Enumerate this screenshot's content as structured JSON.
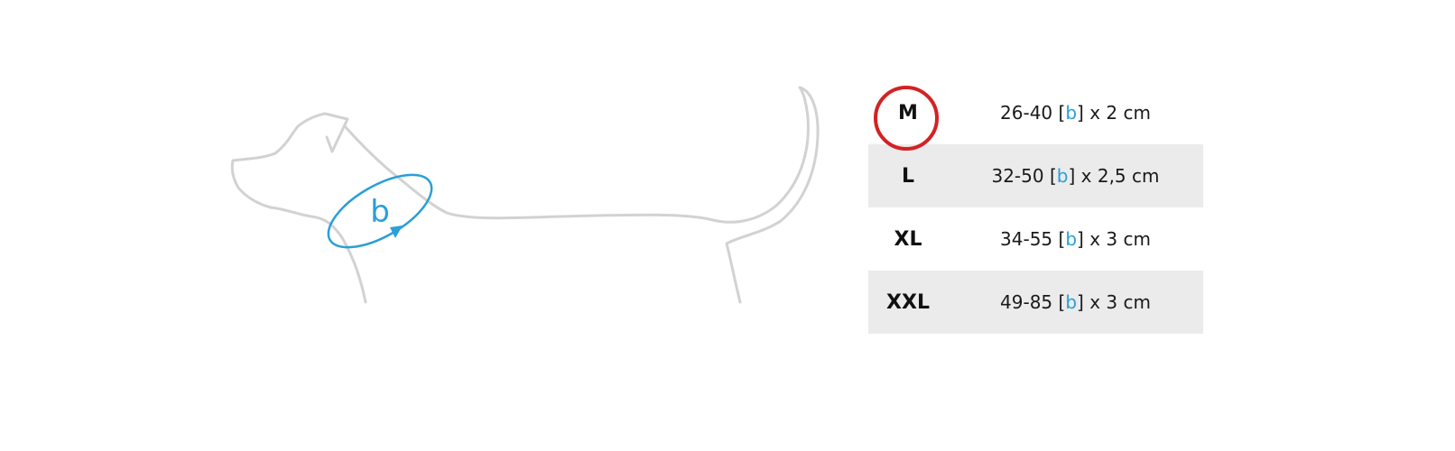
{
  "diagram": {
    "measure_label": "b",
    "colors": {
      "outline": "#cfcfcf",
      "accent": "#2a9fd8",
      "highlight": "#d42222",
      "row_band": "#ebebeb"
    }
  },
  "sizes": [
    {
      "size": "M",
      "range": "26-40",
      "bracket_open": "[",
      "measure": "b",
      "bracket_close": "]",
      "suffix": " x 2 cm",
      "selected": true
    },
    {
      "size": "L",
      "range": "32-50",
      "bracket_open": "[",
      "measure": "b",
      "bracket_close": "]",
      "suffix": " x 2,5 cm",
      "selected": false
    },
    {
      "size": "XL",
      "range": "34-55",
      "bracket_open": "[",
      "measure": "b",
      "bracket_close": "]",
      "suffix": " x 3 cm",
      "selected": false
    },
    {
      "size": "XXL",
      "range": "49-85",
      "bracket_open": "[",
      "measure": "b",
      "bracket_close": "]",
      "suffix": " x 3 cm",
      "selected": false
    }
  ]
}
